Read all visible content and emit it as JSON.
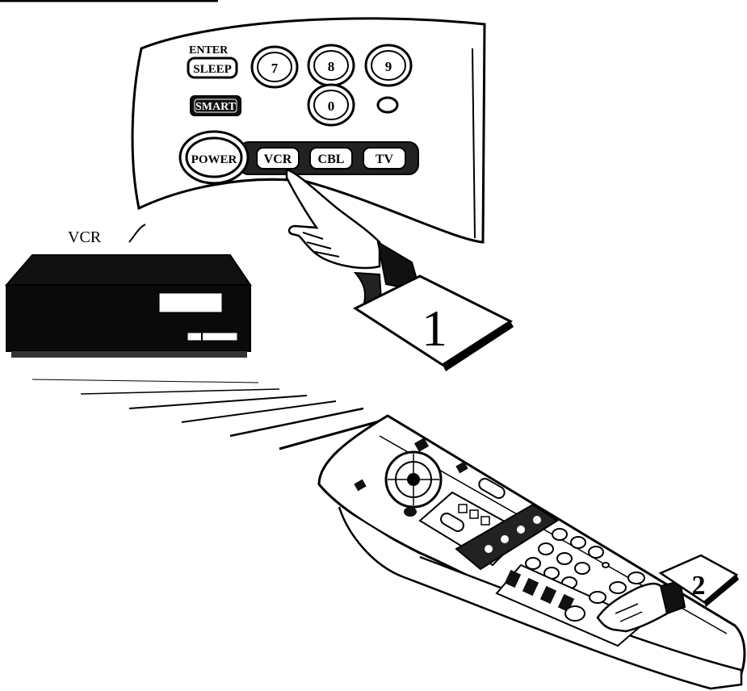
{
  "remote_panel": {
    "enter_label": "ENTER",
    "sleep_label": "SLEEP",
    "key_7": "7",
    "key_8": "8",
    "key_9": "9",
    "key_0": "0",
    "smart_label": "SMART",
    "power_label": "POWER",
    "vcr_label": "VCR",
    "cbl_label": "CBL",
    "tv_label": "TV"
  },
  "device": {
    "label": "VCR"
  },
  "steps": [
    {
      "number": "1"
    },
    {
      "number": "2"
    }
  ]
}
